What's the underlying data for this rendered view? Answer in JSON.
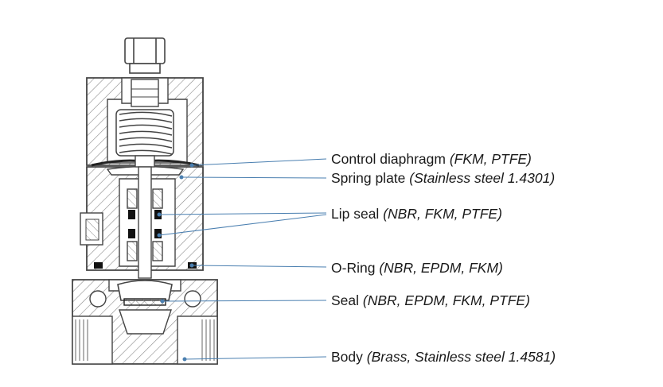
{
  "labels": [
    {
      "name": "Control diaphragm",
      "material": "(FKM, PTFE)"
    },
    {
      "name": "Spring plate",
      "material": "(Stainless steel 1.4301)"
    },
    {
      "name": "Lip seal",
      "material": "(NBR, FKM, PTFE)"
    },
    {
      "name": "O-Ring",
      "material": "(NBR, EPDM, FKM)"
    },
    {
      "name": "Seal",
      "material": "(NBR, EPDM, FKM, PTFE)"
    },
    {
      "name": "Body",
      "material": "(Brass, Stainless steel 1.4581)"
    }
  ],
  "colors": {
    "outline": "#444444",
    "hatch": "#7a7a7a",
    "leader": "#4a7fb0",
    "text": "#1a1a1a"
  }
}
